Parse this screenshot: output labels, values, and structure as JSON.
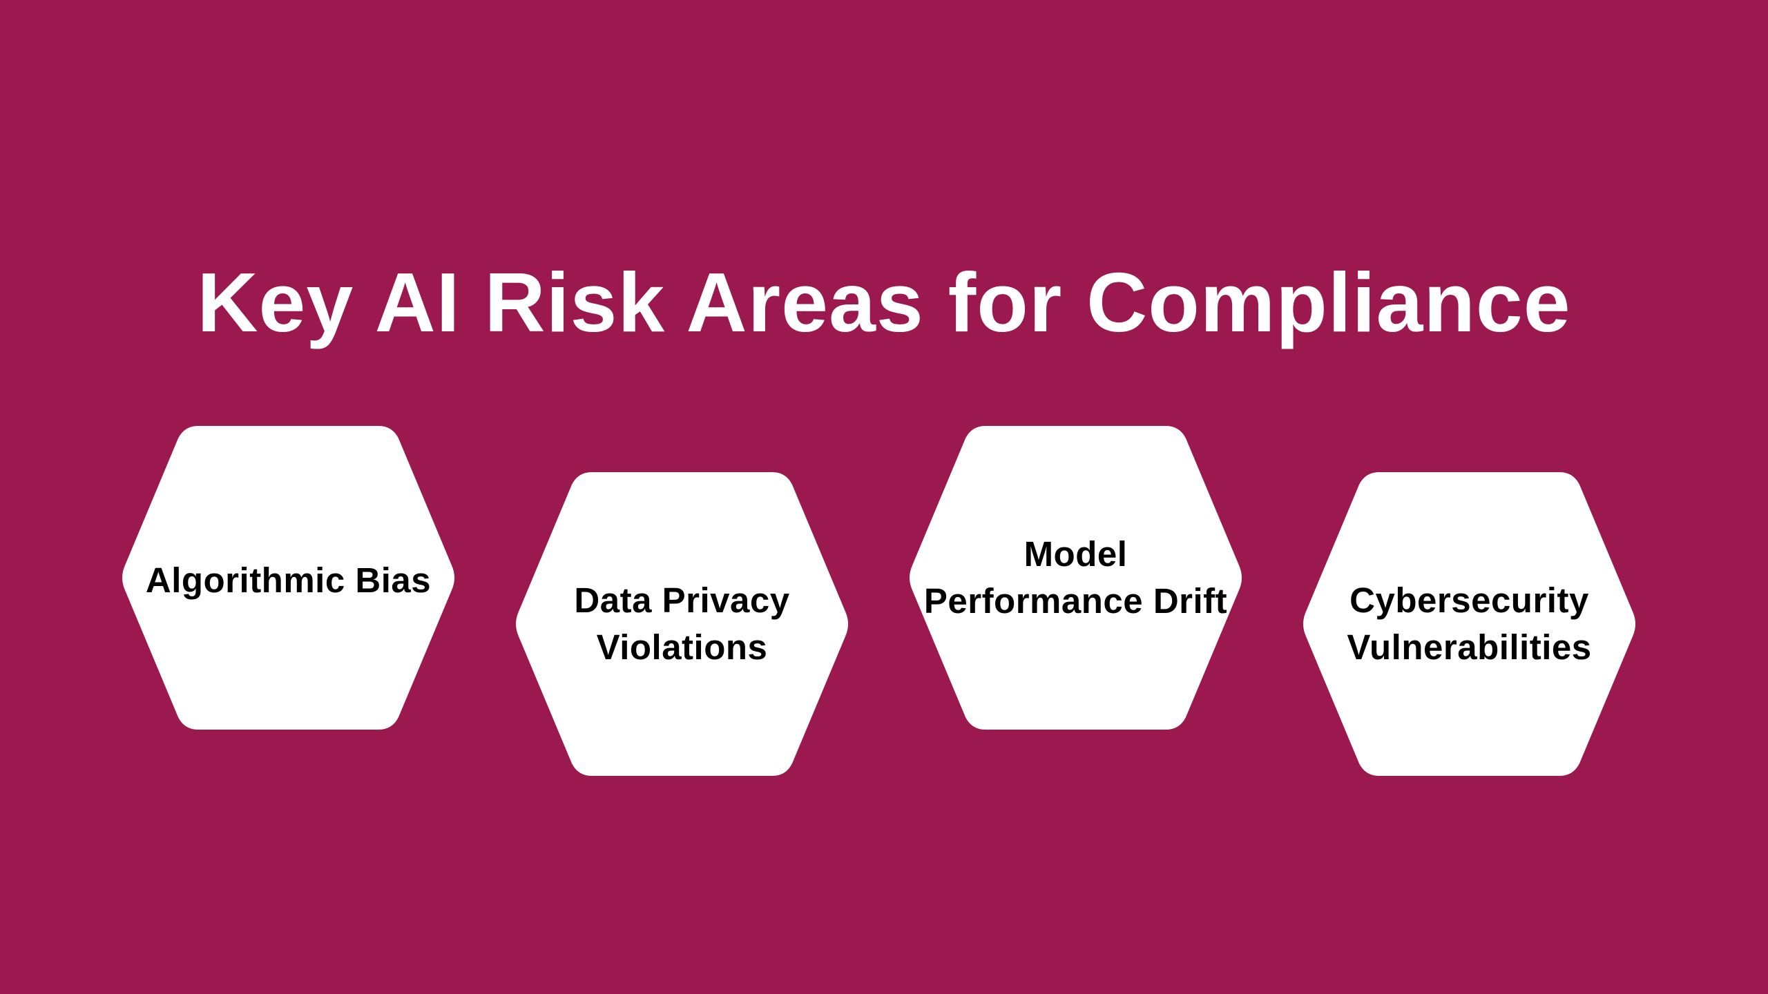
{
  "slide": {
    "title": "Key AI Risk Areas for Compliance",
    "background_color": "#9c194f",
    "shape_color": "#ffffff",
    "text_color": "#000000"
  },
  "risk_areas": [
    {
      "shape": "hexagon",
      "lines": [
        "Algorithmic Bias"
      ]
    },
    {
      "shape": "hexagon",
      "lines": [
        "Data Privacy",
        "Violations"
      ]
    },
    {
      "shape": "hexagon",
      "lines": [
        "Model",
        "Performance Drift"
      ]
    },
    {
      "shape": "hexagon",
      "lines": [
        "Cybersecurity",
        "Vulnerabilities"
      ]
    }
  ]
}
